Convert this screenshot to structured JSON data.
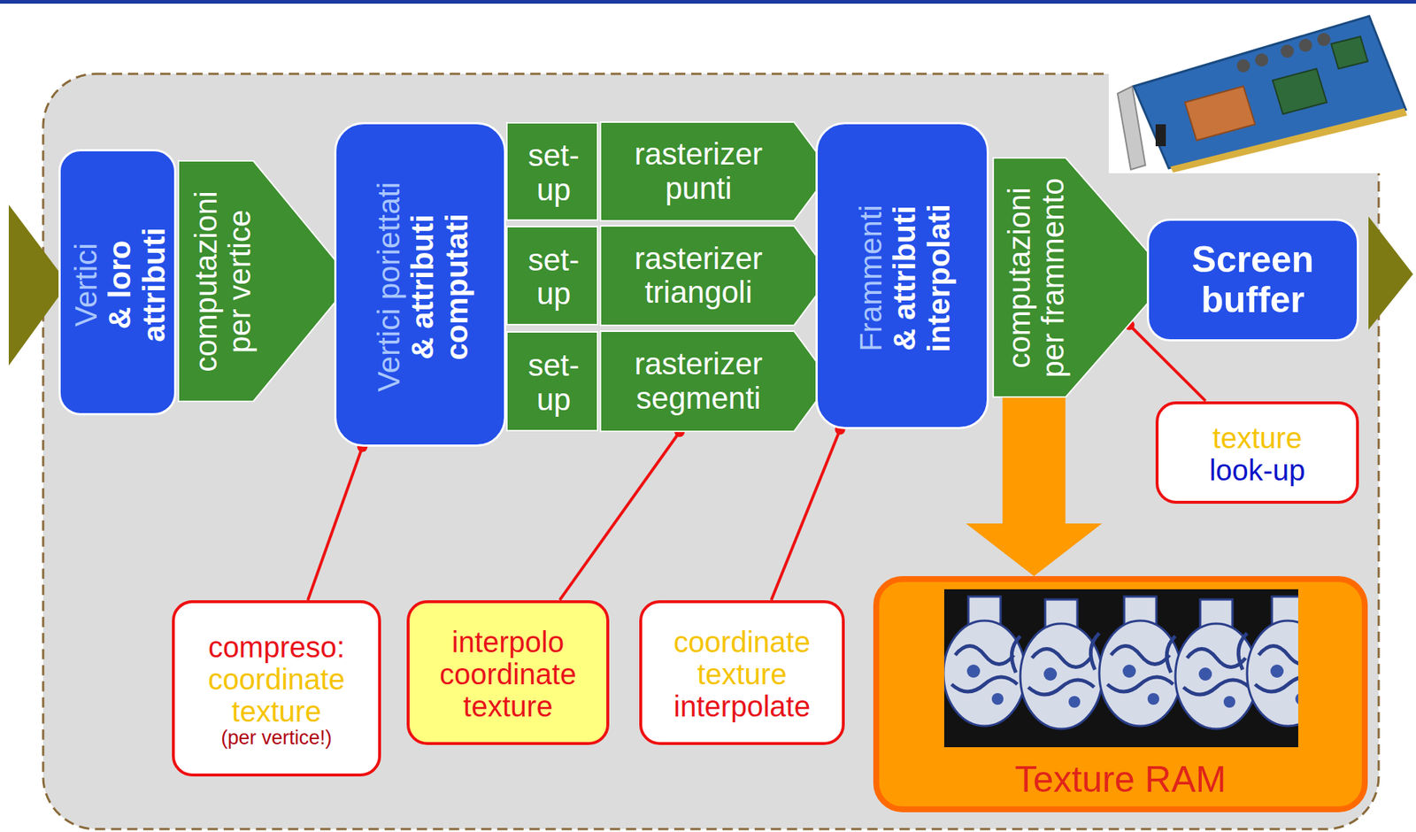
{
  "diagram": {
    "nodes": [
      {
        "text": [
          "Vertici",
          "& loro attributi"
        ]
      },
      {
        "text": [
          "computazioni per vertice"
        ]
      },
      {
        "text": [
          "Vertici poriettati",
          "& attributi computati"
        ]
      },
      {
        "text": [
          "set- up"
        ]
      },
      {
        "text": [
          "rasterizer punti"
        ]
      },
      {
        "text": [
          "set- up"
        ]
      },
      {
        "text": [
          "rasterizer triangoli"
        ]
      },
      {
        "text": [
          "set- up"
        ]
      },
      {
        "text": [
          "rasterizer segmenti"
        ]
      },
      {
        "text": [
          "Frammenti",
          "& attributi interpolati"
        ]
      },
      {
        "text": [
          "computazioni per frammento"
        ]
      },
      {
        "text": [
          "Screen buffer"
        ]
      },
      {
        "text": [
          "Texture RAM"
        ]
      },
      {
        "text": [
          "compreso:",
          "coordinate texture",
          "(per vertice!)"
        ]
      },
      {
        "text": [
          "interpolo coordinate texture"
        ]
      },
      {
        "text": [
          "coordinate texture",
          "interpolate"
        ]
      },
      {
        "text": [
          "texture",
          "look-up"
        ]
      }
    ],
    "edges": [
      {
        "from": 13,
        "to": 2,
        "arrow": "to"
      },
      {
        "from": 14,
        "to": 8,
        "arrow": "to"
      },
      {
        "from": 15,
        "to": 9,
        "arrow": "to"
      },
      {
        "from": 16,
        "to": 10,
        "arrow": "to"
      },
      {
        "from": 10,
        "to": 12,
        "arrow": "to"
      }
    ]
  }
}
